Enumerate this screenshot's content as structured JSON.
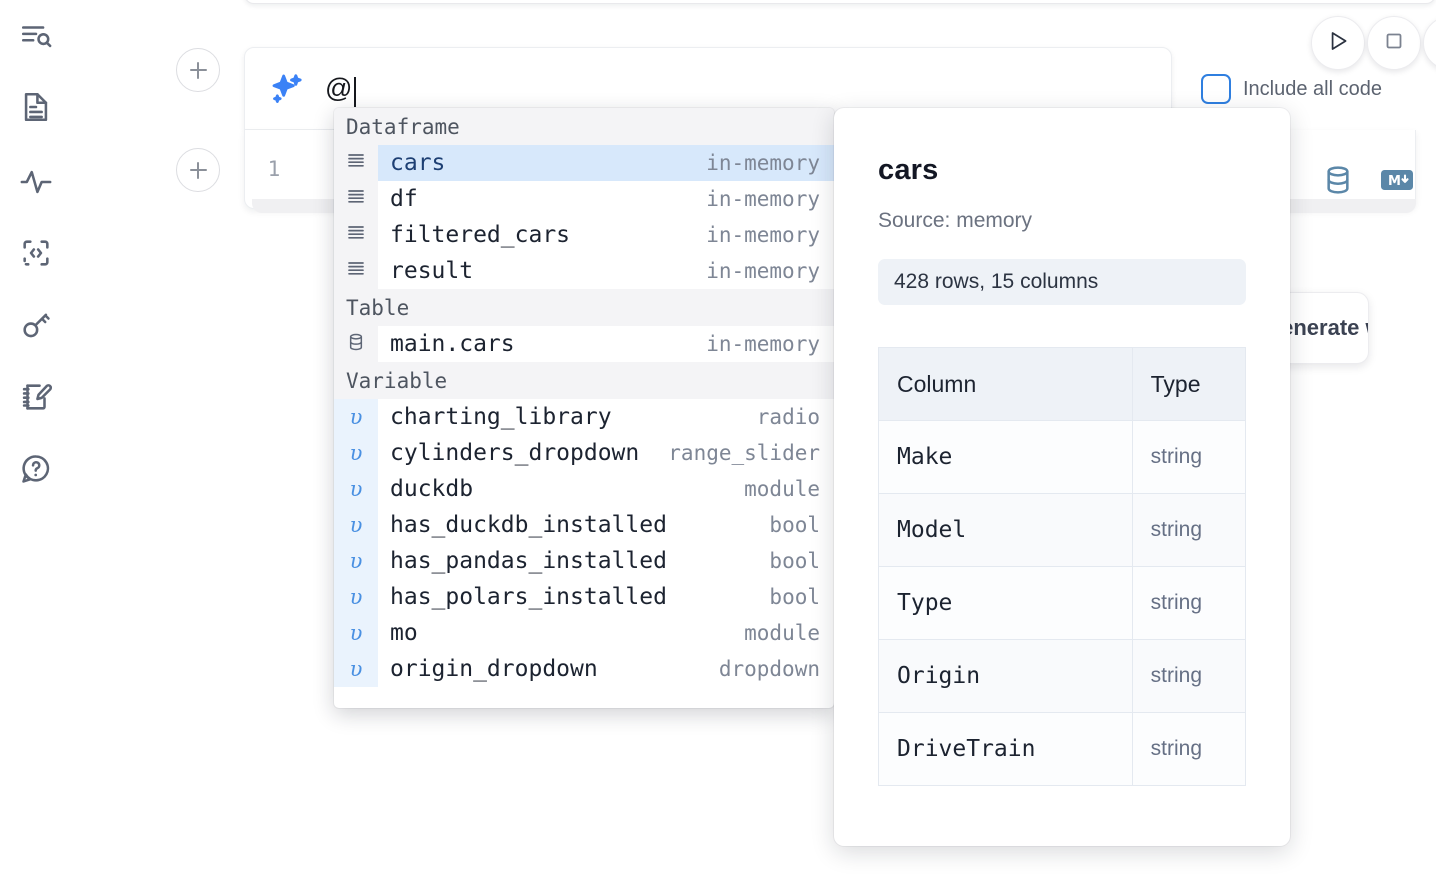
{
  "sidebar": {
    "items": [
      {
        "name": "explore-icon",
        "label": "Explore"
      },
      {
        "name": "document-icon",
        "label": "Documentation"
      },
      {
        "name": "activity-icon",
        "label": "Activity"
      },
      {
        "name": "snippets-icon",
        "label": "Snippets"
      },
      {
        "name": "secrets-key-icon",
        "label": "Secrets"
      },
      {
        "name": "scratchpad-icon",
        "label": "Scratchpad"
      },
      {
        "name": "help-icon",
        "label": "Help"
      }
    ]
  },
  "toolbar": {
    "run_label": "Run",
    "interrupt_label": "Interrupt",
    "include_all_code_label": "Include all code",
    "include_all_code_checked": false,
    "accent_color": "#2f7fe0"
  },
  "ai_prompt": {
    "value": "@",
    "placeholder": "Generate with AI",
    "icon": "sparkle-icon"
  },
  "code_cell": {
    "line_number": "1"
  },
  "cell_actions": {
    "database_label": "Database",
    "markdown_label": "Markdown"
  },
  "ai_chip": {
    "label": "Generate with AI"
  },
  "autocomplete": {
    "groups": [
      {
        "label": "Dataframe",
        "icon": "dataframe-icon",
        "kind": "dataframe",
        "items": [
          {
            "name": "cars",
            "type": "in-memory",
            "selected": true
          },
          {
            "name": "df",
            "type": "in-memory",
            "selected": false
          },
          {
            "name": "filtered_cars",
            "type": "in-memory",
            "selected": false
          },
          {
            "name": "result",
            "type": "in-memory",
            "selected": false
          }
        ]
      },
      {
        "label": "Table",
        "icon": "database-icon",
        "kind": "table",
        "items": [
          {
            "name": "main.cars",
            "type": "in-memory",
            "selected": false
          }
        ]
      },
      {
        "label": "Variable",
        "icon": "variable-icon",
        "kind": "variable",
        "items": [
          {
            "name": "charting_library",
            "type": "radio",
            "selected": false
          },
          {
            "name": "cylinders_dropdown",
            "type": "range_slider",
            "selected": false
          },
          {
            "name": "duckdb",
            "type": "module",
            "selected": false
          },
          {
            "name": "has_duckdb_installed",
            "type": "bool",
            "selected": false
          },
          {
            "name": "has_pandas_installed",
            "type": "bool",
            "selected": false
          },
          {
            "name": "has_polars_installed",
            "type": "bool",
            "selected": false
          },
          {
            "name": "mo",
            "type": "module",
            "selected": false
          },
          {
            "name": "origin_dropdown",
            "type": "dropdown",
            "selected": false
          }
        ]
      }
    ]
  },
  "doc_panel": {
    "title": "cars",
    "source": "Source: memory",
    "shape": "428 rows, 15 columns",
    "table": {
      "headers": [
        "Column",
        "Type"
      ],
      "rows": [
        [
          "Make",
          "string"
        ],
        [
          "Model",
          "string"
        ],
        [
          "Type",
          "string"
        ],
        [
          "Origin",
          "string"
        ],
        [
          "DriveTrain",
          "string"
        ]
      ]
    }
  }
}
